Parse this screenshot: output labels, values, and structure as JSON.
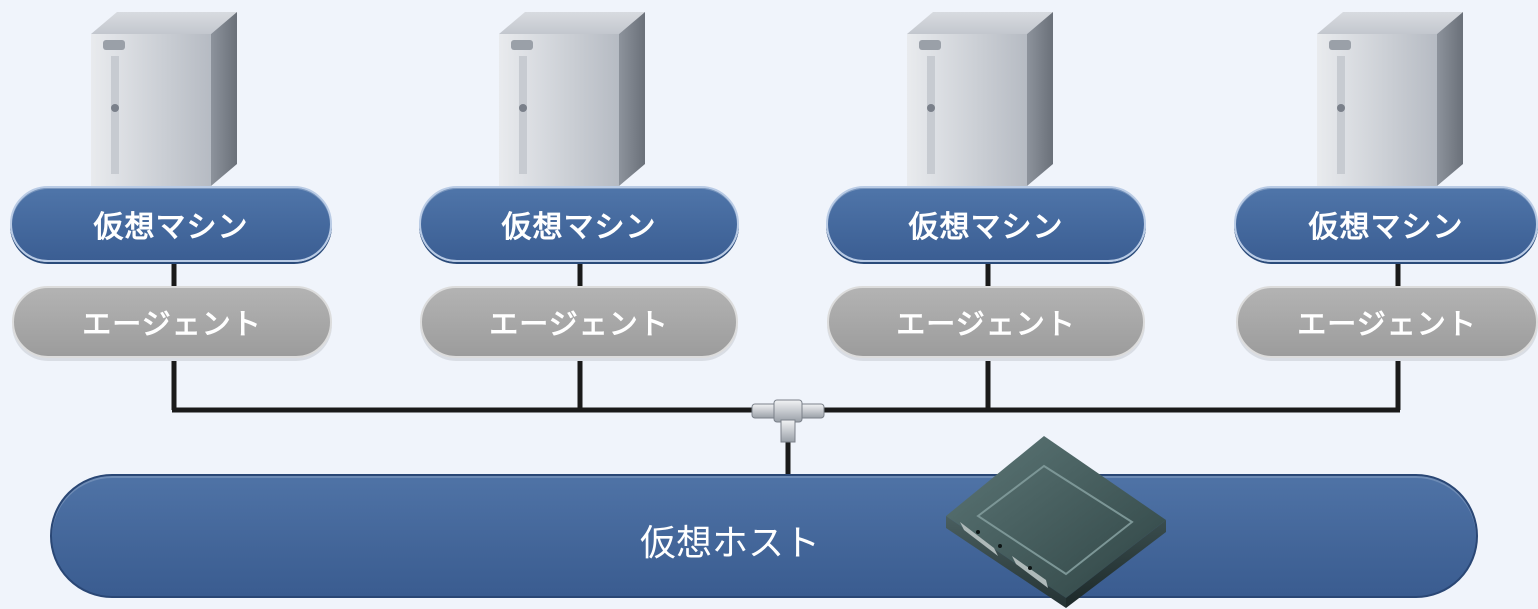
{
  "virtual_machines": [
    {
      "vm_label": "仮想マシン",
      "agent_label": "エージェント"
    },
    {
      "vm_label": "仮想マシン",
      "agent_label": "エージェント"
    },
    {
      "vm_label": "仮想マシン",
      "agent_label": "エージェント"
    },
    {
      "vm_label": "仮想マシン",
      "agent_label": "エージェント"
    }
  ],
  "host": {
    "label": "仮想ホスト"
  },
  "colors": {
    "vm_pill": "#3b5e93",
    "agent_pill": "#a3a3a3",
    "host_bar": "#3f6197",
    "wire": "#1a1a1a",
    "background": "#f0f4fb"
  },
  "icons": [
    "server-icon",
    "network-switch-icon",
    "tee-connector-icon"
  ]
}
